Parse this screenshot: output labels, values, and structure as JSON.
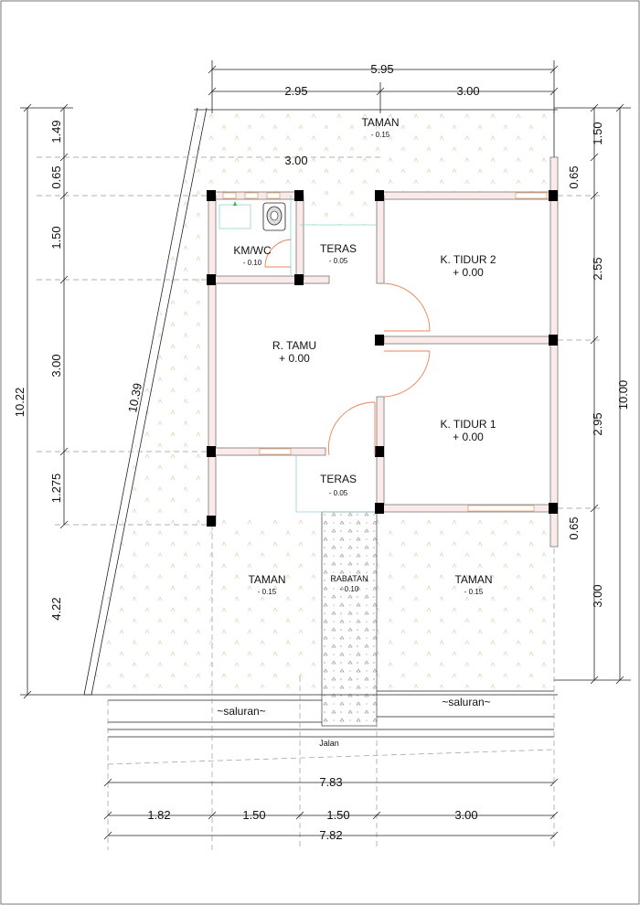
{
  "dimensions": {
    "top_total": "5.95",
    "top_left": "2.95",
    "top_right": "3.00",
    "terrace_width": "3.00",
    "left_1": "1.49",
    "left_2": "0.65",
    "left_3": "1.50",
    "left_4": "3.00",
    "left_5": "1.275",
    "left_6": "4.22",
    "left_total": "10.22",
    "diagonal": "10.39",
    "right_1": "1.50",
    "right_2": "0.65",
    "right_3": "2.55",
    "right_4": "2.95",
    "right_5": "0.65",
    "right_6": "3.00",
    "right_total": "10.00",
    "bottom_overall": "7.83",
    "bottom_1": "1.82",
    "bottom_2": "1.50",
    "bottom_3": "1.50",
    "bottom_4": "3.00",
    "bottom_total": "7.82"
  },
  "rooms": {
    "taman_top": {
      "name": "TAMAN",
      "level": "- 0.15"
    },
    "km_wc": {
      "name": "KM/WC",
      "level": "- 0.10"
    },
    "teras_top": {
      "name": "TERAS",
      "level": "- 0.05"
    },
    "tidur2": {
      "name": "K. TIDUR 2",
      "level": "+ 0.00"
    },
    "tamu": {
      "name": "R. TAMU",
      "level": "+ 0.00"
    },
    "tidur1": {
      "name": "K. TIDUR 1",
      "level": "+ 0.00"
    },
    "teras_bottom": {
      "name": "TERAS",
      "level": "- 0.05"
    },
    "taman_left": {
      "name": "TAMAN",
      "level": "- 0.15"
    },
    "rabatan": {
      "name": "RABATAN",
      "level": "- 0.10"
    },
    "taman_right": {
      "name": "TAMAN",
      "level": "- 0.15"
    }
  },
  "street": {
    "saluran_left": "~saluran~",
    "saluran_right": "~saluran~",
    "jalan": "Jalan"
  }
}
